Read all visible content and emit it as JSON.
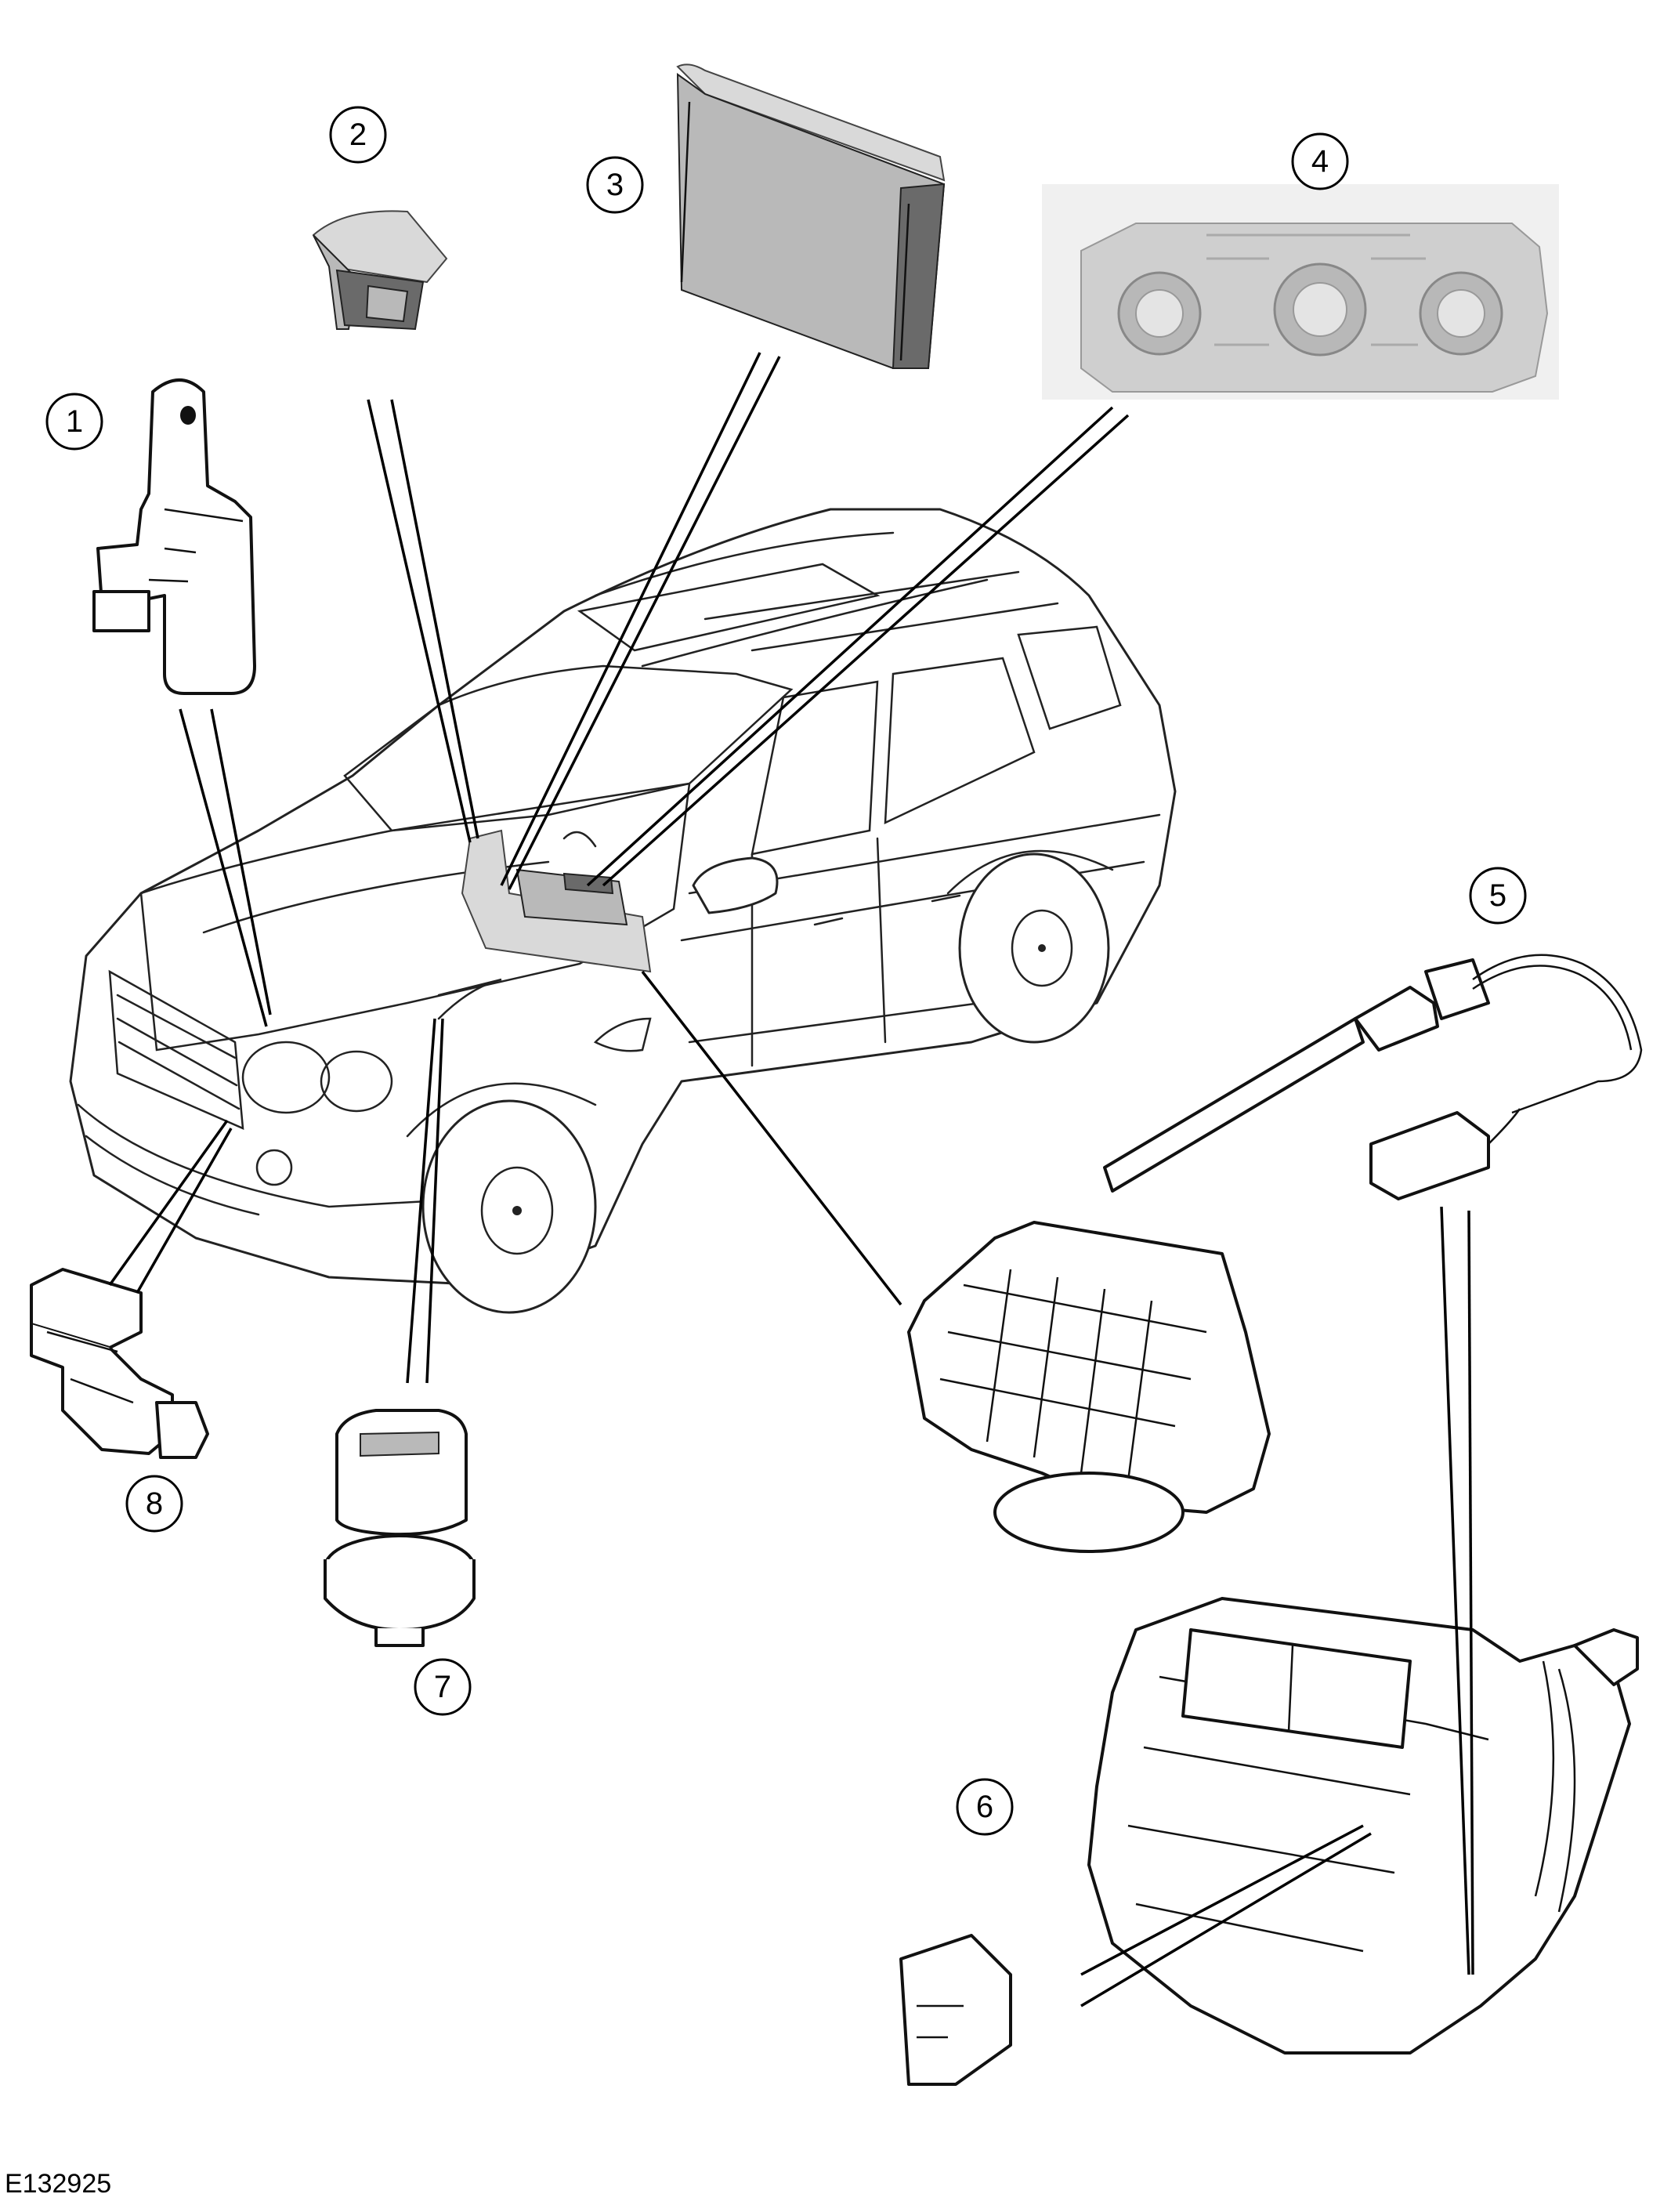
{
  "callouts": {
    "c1": "1",
    "c2": "2",
    "c3": "3",
    "c4": "4",
    "c5": "5",
    "c6": "6",
    "c7": "7",
    "c8": "8"
  },
  "figure_id": "E132925"
}
